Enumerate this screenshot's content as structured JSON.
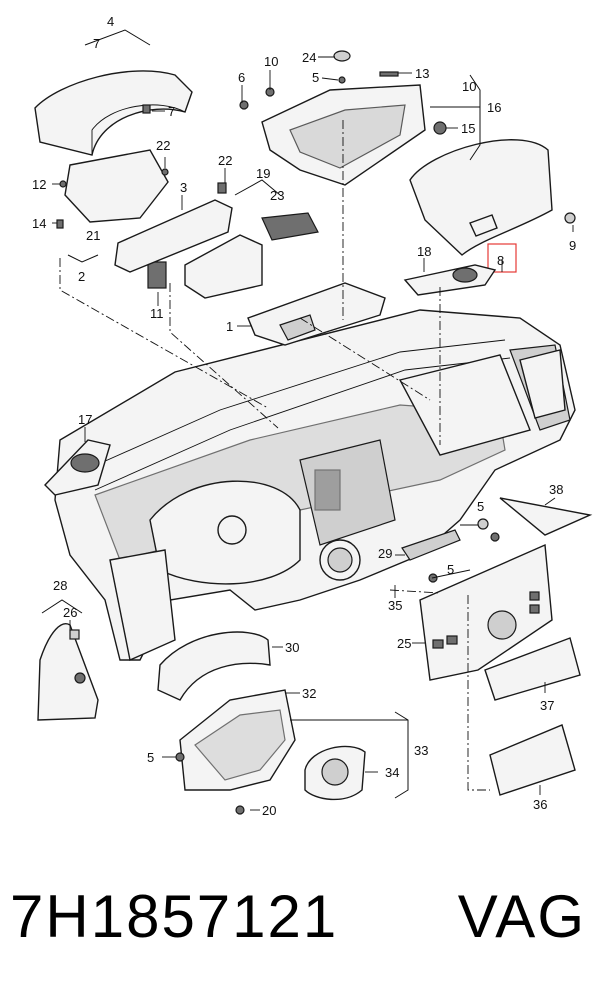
{
  "callouts": {
    "c1": "1",
    "c2": "2",
    "c3": "3",
    "c4": "4",
    "c5a": "5",
    "c5b": "5",
    "c5c": "5",
    "c5d": "5",
    "c6": "6",
    "c7a": "7",
    "c7b": "7",
    "c8": "8",
    "c9": "9",
    "c10a": "10",
    "c10b": "10",
    "c11": "11",
    "c12": "12",
    "c13": "13",
    "c14": "14",
    "c15": "15",
    "c16": "16",
    "c17": "17",
    "c18": "18",
    "c19": "19",
    "c20": "20",
    "c21": "21",
    "c22a": "22",
    "c22b": "22",
    "c23": "23",
    "c24": "24",
    "c25": "25",
    "c26": "26",
    "c28": "28",
    "c29": "29",
    "c30": "30",
    "c32": "32",
    "c33": "33",
    "c34": "34",
    "c35": "35",
    "c36": "36",
    "c37": "37",
    "c38": "38"
  },
  "highlight_color": "#e53935",
  "footer": {
    "part_number": "7H1857121",
    "brand": "VAG"
  }
}
